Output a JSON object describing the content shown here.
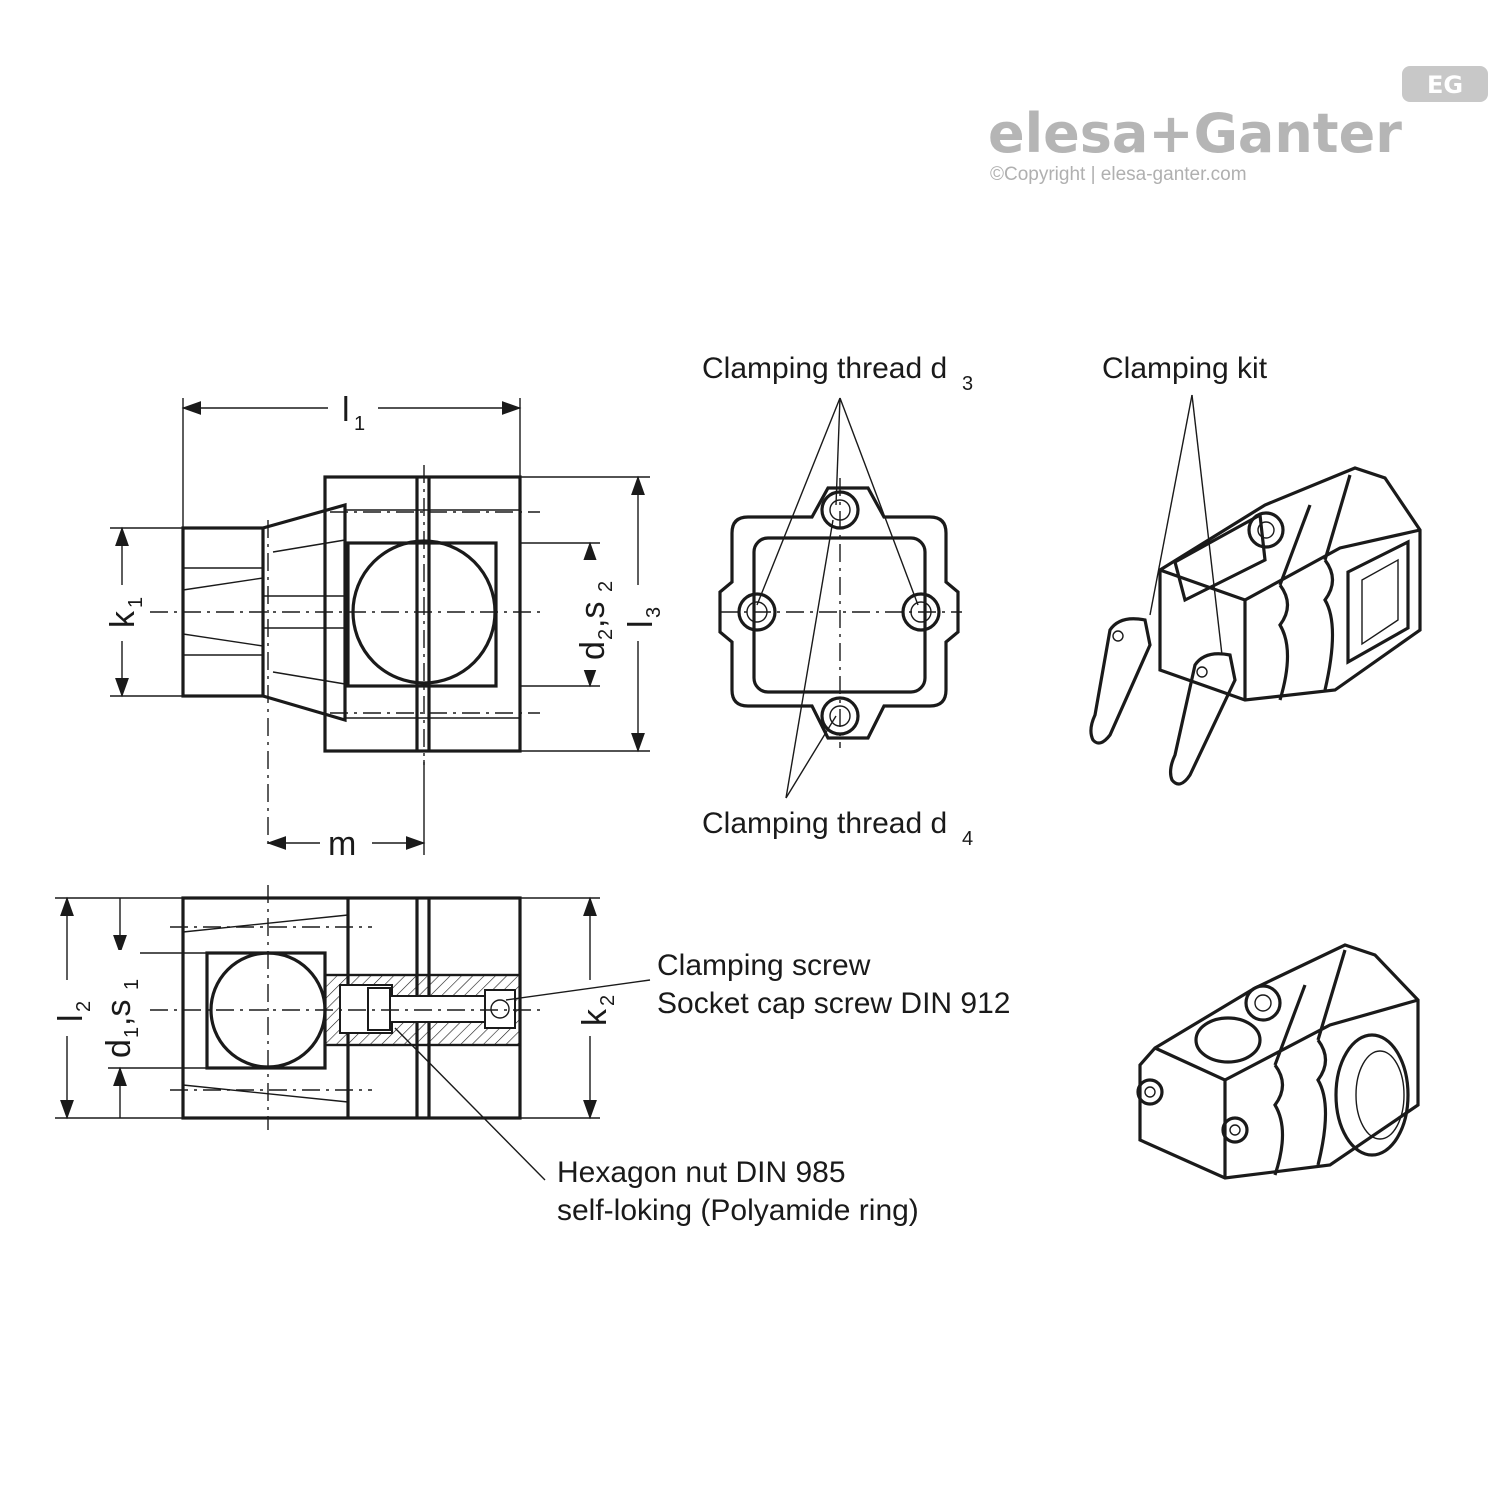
{
  "brand": {
    "logo_text": "elesa+Ganter",
    "badge_text": "EG",
    "copyright": "©Copyright | elesa-ganter.com"
  },
  "labels": {
    "clamping_thread_d3": "Clamping thread d",
    "clamping_thread_d3_sub": "3",
    "clamping_thread_d4": "Clamping thread d",
    "clamping_thread_d4_sub": "4",
    "clamping_kit": "Clamping kit",
    "clamping_screw_line1": "Clamping screw",
    "clamping_screw_line2": "Socket cap screw DIN 912",
    "hex_nut_line1": "Hexagon nut DIN 985",
    "hex_nut_line2": "self-loking (Polyamide ring)"
  },
  "dimensions": {
    "l1": "l",
    "l1_sub": "1",
    "k1": "k",
    "k1_sub": "1",
    "d2s2": "d",
    "d2s2_sub1": "2",
    "d2s2_mid": ",s",
    "d2s2_sub2": "2",
    "l3": "l",
    "l3_sub": "3",
    "m": "m",
    "l2": "l",
    "l2_sub": "2",
    "d1s1": "d",
    "d1s1_sub1": "1",
    "d1s1_mid": ",s",
    "d1s1_sub2": "1",
    "k2": "k",
    "k2_sub": "2"
  }
}
